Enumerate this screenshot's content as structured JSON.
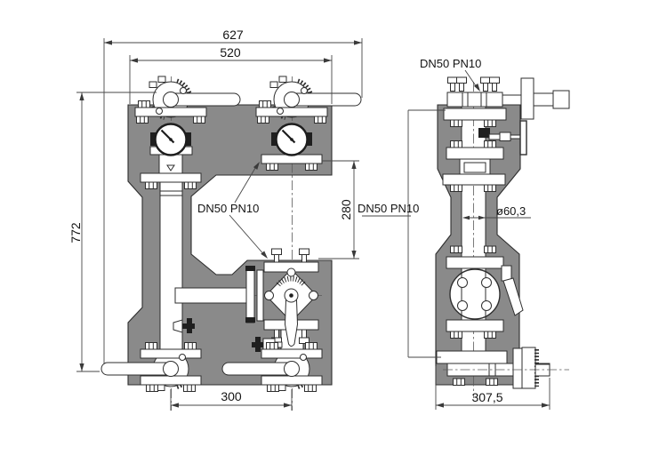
{
  "front_view": {
    "dim_overall_width": "627",
    "dim_body_width": "520",
    "dim_overall_height": "772",
    "dim_connection_offset": "280",
    "dim_valve_spacing": "300",
    "label_flange_connections": "DN50 PN10"
  },
  "side_view": {
    "label_flange_top": "DN50 PN10",
    "label_flange_connections": "DN50 PN10",
    "dim_pipe_diameter": "ø60,3",
    "dim_depth": "307,5"
  },
  "colors": {
    "insulation_fill": "#8a8a8a",
    "outline": "#2e2e2e",
    "dimension_lines": "#474747",
    "background": "#ffffff"
  }
}
